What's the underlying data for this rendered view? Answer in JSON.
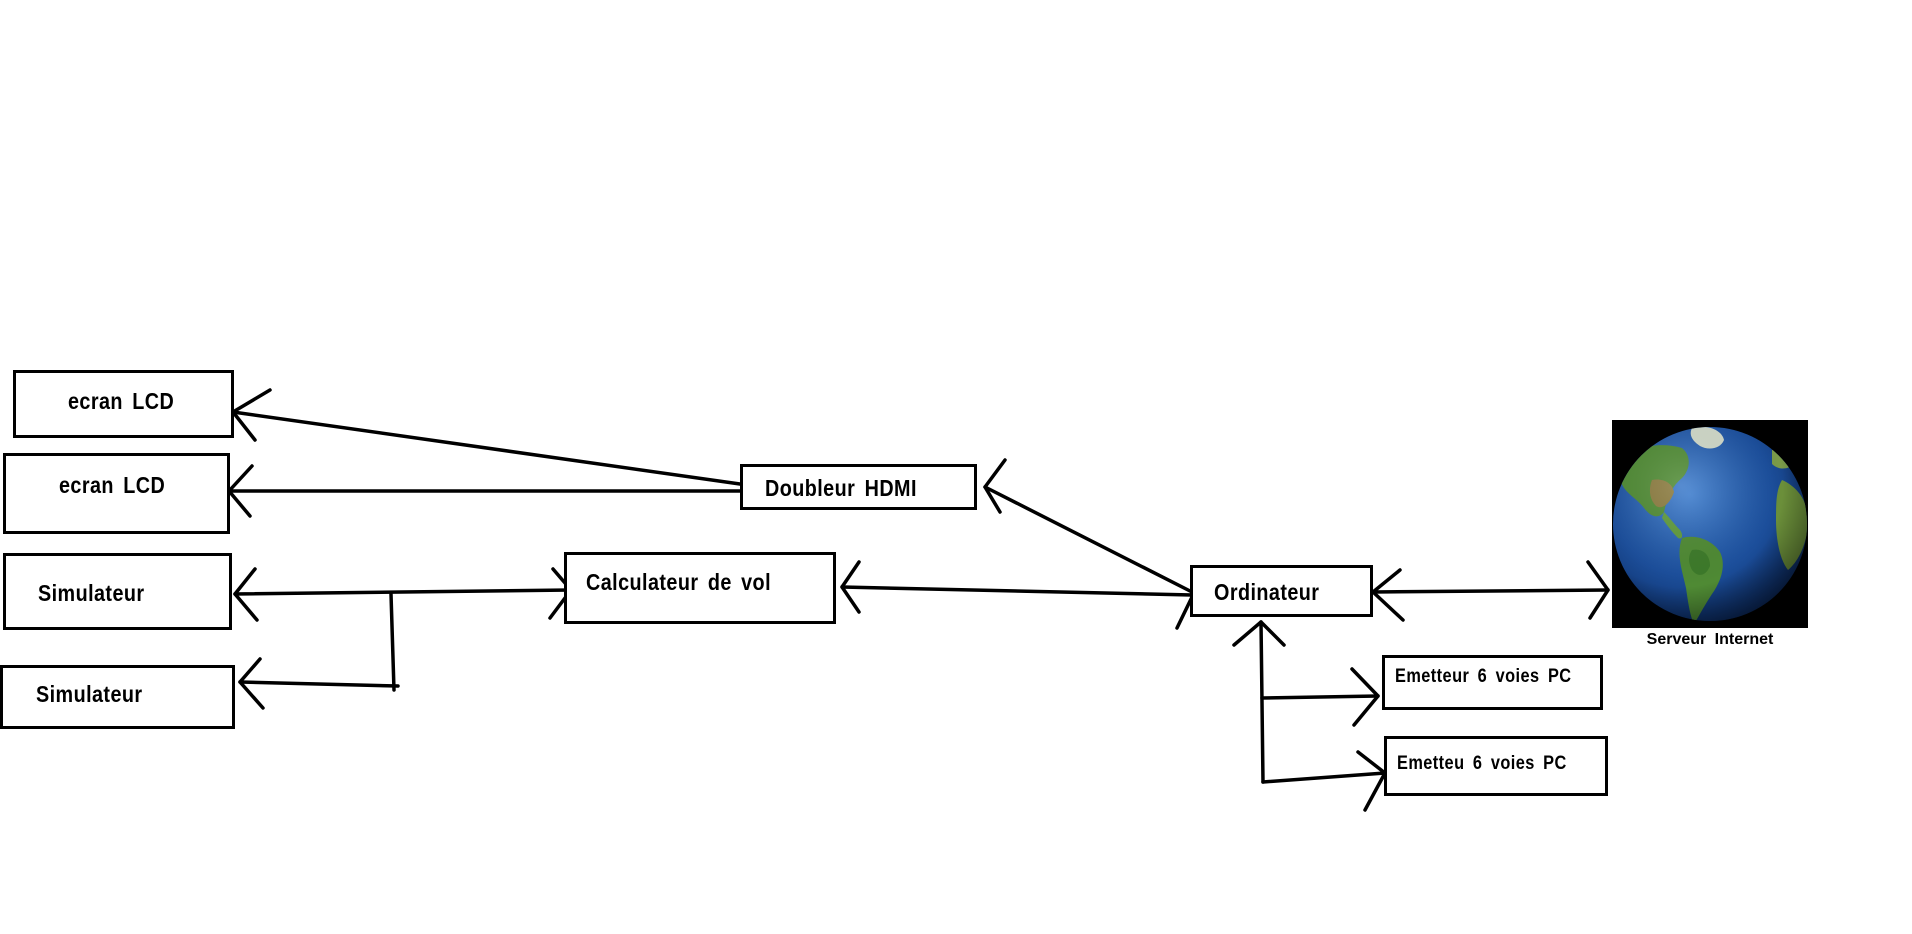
{
  "diagram": {
    "nodes": {
      "lcd_1": "ecran  LCD",
      "lcd_2": "ecran  LCD",
      "sim_1": "Simulateur",
      "sim_2": "Simulateur",
      "hdmi": "Doubleur  HDMI",
      "flight_computer": "Calculateur  de  vol",
      "computer": "Ordinateur",
      "transmitter_1": "Emetteur  6  voies  PC",
      "transmitter_2": "Emetteu  6  voies  PC",
      "server_caption": "Serveur  Internet"
    },
    "edges": [
      {
        "from": "hdmi",
        "to": "lcd_1",
        "arrow": "end"
      },
      {
        "from": "hdmi",
        "to": "lcd_2",
        "arrow": "end"
      },
      {
        "from": "computer",
        "to": "hdmi",
        "arrow": "end"
      },
      {
        "from": "flight_computer",
        "to": "sim_1",
        "arrow": "end"
      },
      {
        "from": "flight_computer",
        "to": "sim_2",
        "arrow": "end"
      },
      {
        "from": "sim_1",
        "to": "flight_computer",
        "arrow": "end"
      },
      {
        "from": "computer",
        "to": "flight_computer",
        "arrow": "end"
      },
      {
        "from": "computer",
        "to": "server",
        "arrow": "both"
      },
      {
        "from": "computer",
        "to": "transmitter_1",
        "arrow": "both"
      },
      {
        "from": "computer",
        "to": "transmitter_2",
        "arrow": "end"
      }
    ],
    "icons": {
      "server": "earth-globe-icon"
    },
    "colors": {
      "ink": "#000000",
      "background": "#ffffff",
      "ocean": "#1c4f9c",
      "land": "#4f8a34"
    }
  }
}
